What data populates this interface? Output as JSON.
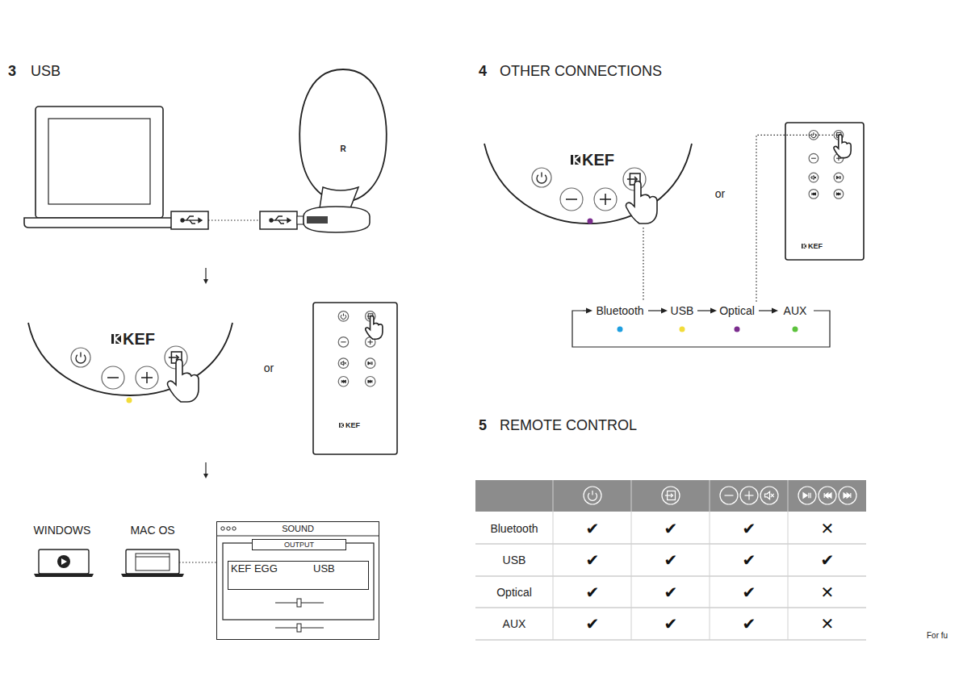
{
  "diagram": {
    "nodes": [
      {
        "text": [
          "SOUND"
        ]
      },
      {
        "text": [
          "OUTPUT"
        ],
        "in": 0
      },
      {
        "text": [
          "KEF EGG",
          "USB"
        ],
        "in": 0
      }
    ],
    "labels": [
      "3",
      "USB",
      "R",
      "KEF",
      "or",
      "KEF",
      "WINDOWS",
      "MAC OS",
      "4",
      "OTHER CONNECTIONS",
      "KEF",
      "or",
      "KEF",
      "Bluetooth",
      "USB",
      "Optical",
      "AUX",
      "5",
      "REMOTE CONTROL",
      "Bluetooth",
      "✔",
      "✔",
      "✔",
      "✕",
      "USB",
      "✔",
      "✔",
      "✔",
      "✔",
      "Optical",
      "✔",
      "✔",
      "✔",
      "✕",
      "AUX",
      "✔",
      "✔",
      "✔",
      "✕",
      "For fu"
    ]
  }
}
